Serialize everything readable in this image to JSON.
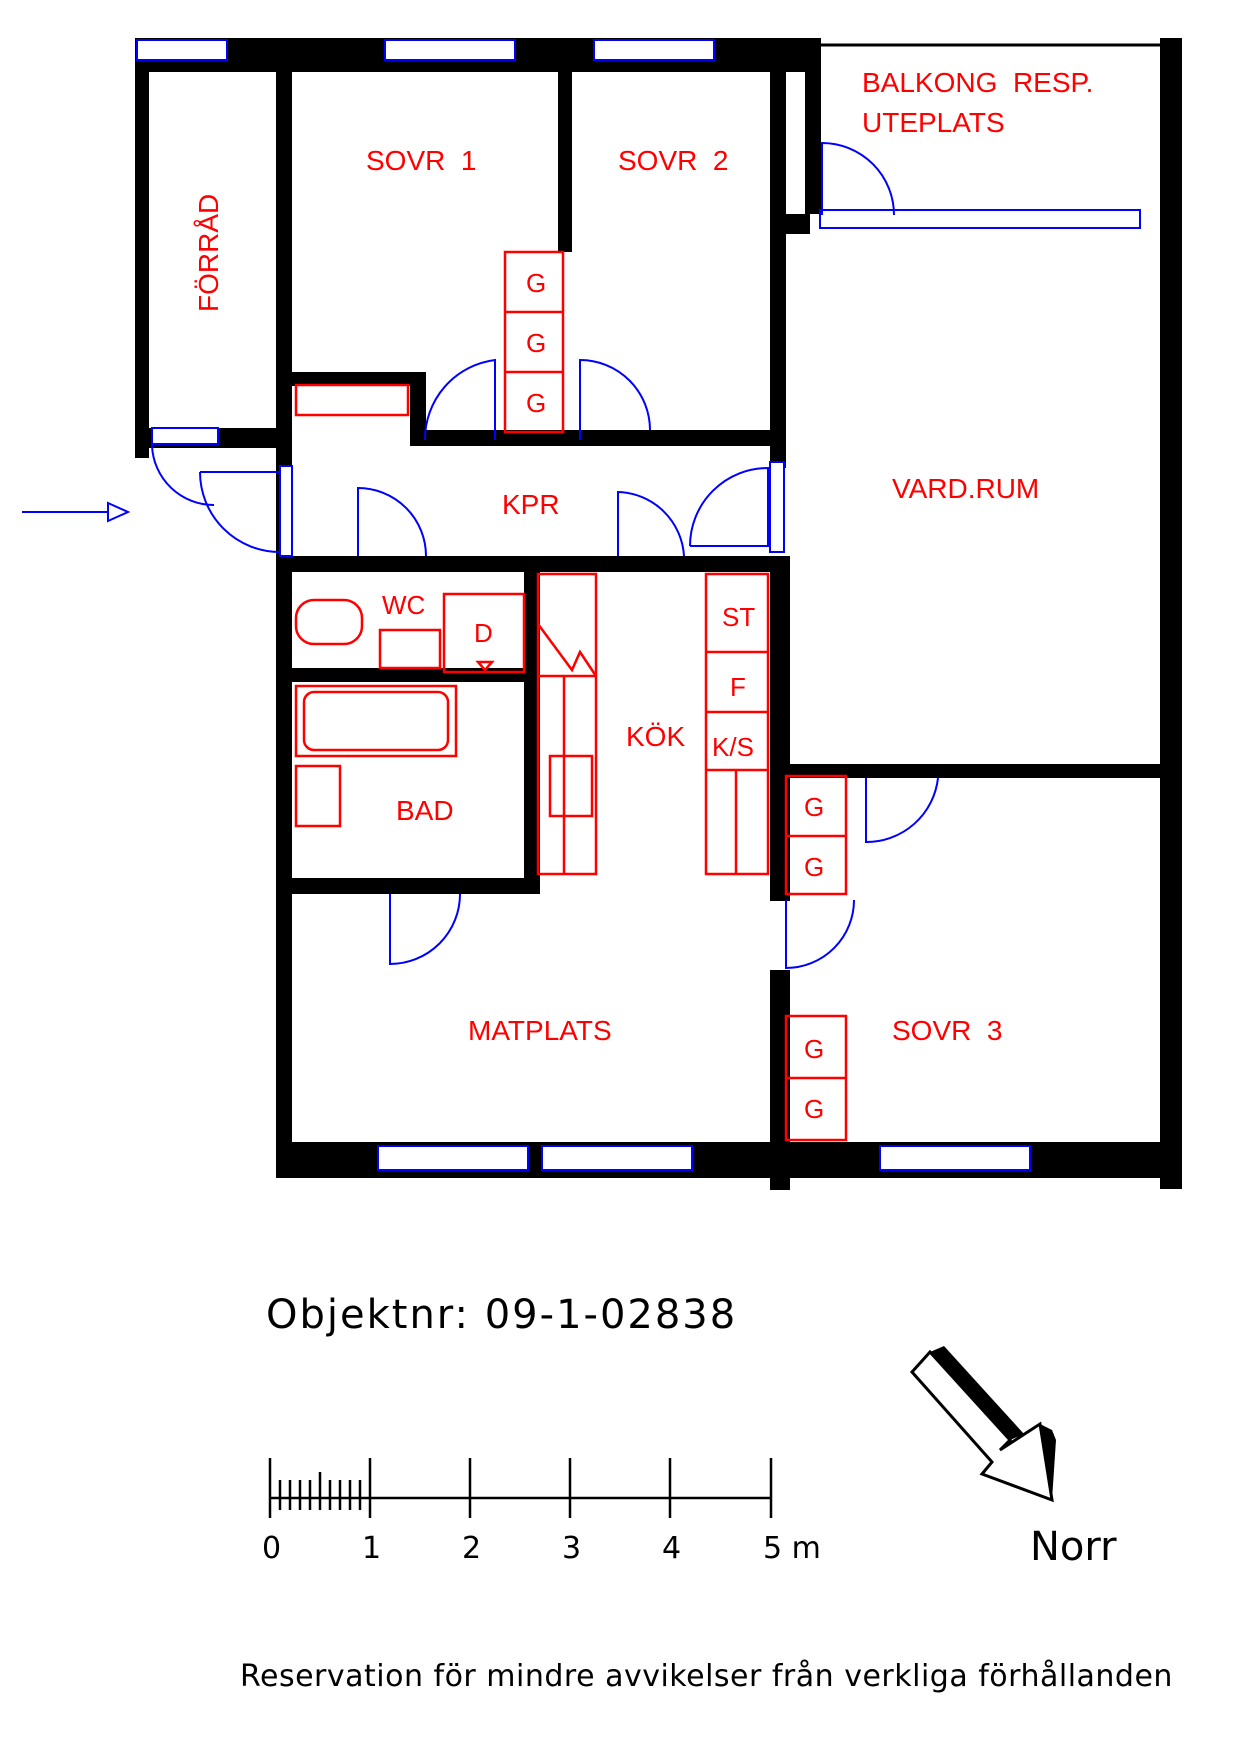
{
  "rooms": {
    "forrad": "FÖRRÅD",
    "sovr1": "SOVR  1",
    "sovr2": "SOVR  2",
    "balkong_line1": "BALKONG  RESP.",
    "balkong_line2": "UTEPLATS",
    "kpr": "KPR",
    "vardrum": "VARD.RUM",
    "wc": "WC",
    "bad": "BAD",
    "kok": "KÖK",
    "matplats": "MATPLATS",
    "sovr3": "SOVR  3"
  },
  "fixtures": {
    "garderob": "G",
    "dusch_tvatt": "D",
    "spis": "ST",
    "frys": "F",
    "kyl_sval": "K/S"
  },
  "object_number": "Objektnr: 09-1-02838",
  "scale": {
    "labels": [
      "0",
      "1",
      "2",
      "3",
      "4",
      "5 m"
    ]
  },
  "north_label": "Norr",
  "disclaimer": "Reservation för mindre avvikelser från verkliga förhållanden",
  "colors": {
    "walls": "#000000",
    "room_labels": "#ff0000",
    "doors_windows": "#0000ff"
  }
}
